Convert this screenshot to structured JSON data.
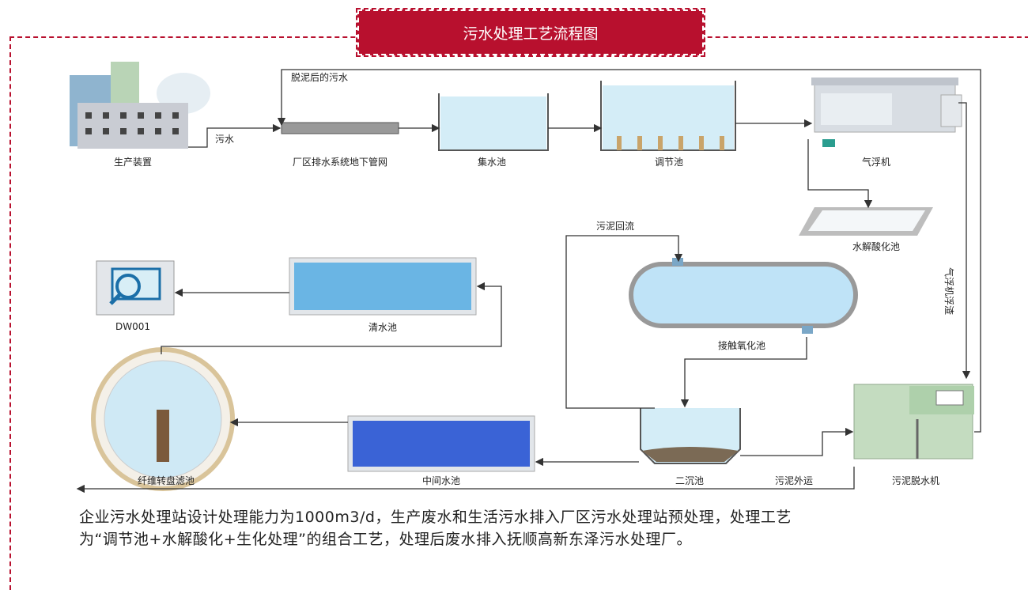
{
  "title": "污水处理工艺流程图",
  "nodes": {
    "production": "生产装置",
    "pipe_network": "厂区排水系统地下管网",
    "collection_tank": "集水池",
    "regulating_tank": "调节池",
    "air_flotation": "气浮机",
    "hydrolysis_tank": "水解酸化池",
    "contact_oxidation": "接触氧化池",
    "clear_water": "清水池",
    "monitor": "DW001",
    "fiber_filter": "纤维转盘滤池",
    "intermediate_tank": "中间水池",
    "secondary_clarifier": "二沉池",
    "sludge_dewatering": "污泥脱水机"
  },
  "flows": {
    "sewage": "污水",
    "dewatered_sewage": "脱泥后的污水",
    "sludge_return": "污泥回流",
    "flotation_sludge": "气浮机浮渣",
    "sludge_out": "污泥外运"
  },
  "description": [
    "企业污水处理站设计处理能力为1000m3/d，生产废水和生活污水排入厂区污水处理站预处理，处理工艺",
    "为“调节池+水解酸化+生化处理”的组合工艺，处理后废水排入抚顺高新东泽污水处理厂。"
  ],
  "colors": {
    "accent": "#b8102e",
    "water": "#cfe9f5",
    "deep_water": "#3a63d6",
    "label_bg": "#d8e6f3"
  }
}
